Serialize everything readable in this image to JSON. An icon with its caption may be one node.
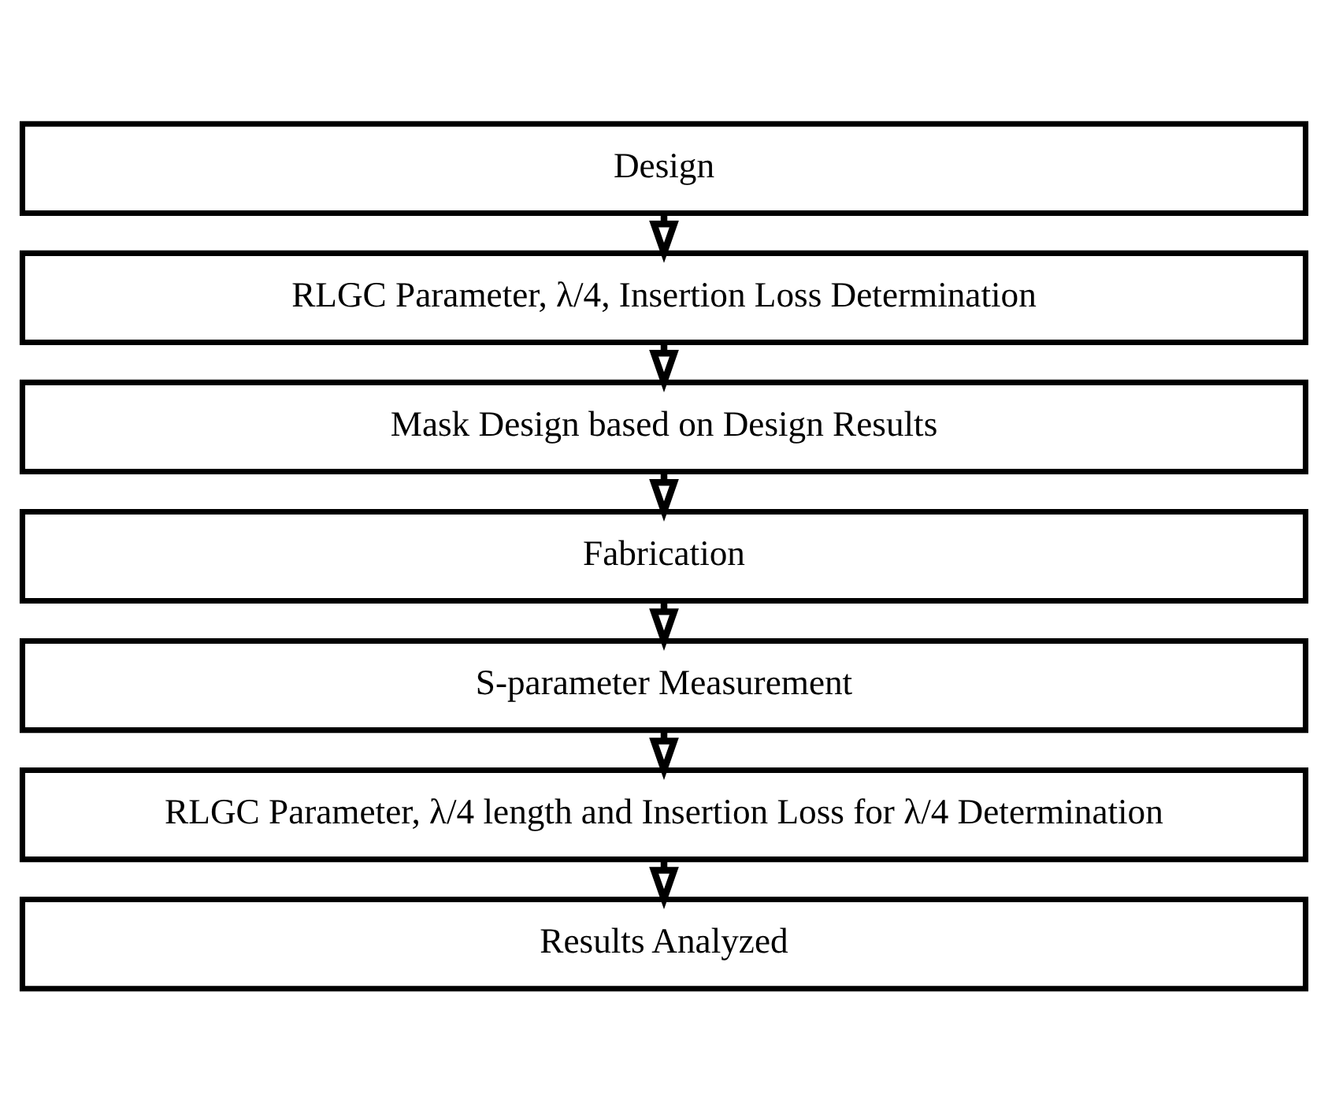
{
  "diagram": {
    "nodes": [
      {
        "text": [
          "Design"
        ]
      },
      {
        "text": [
          "RLGC Parameter, λ/4, Insertion Loss Determination"
        ]
      },
      {
        "text": [
          "Mask Design based on Design Results"
        ]
      },
      {
        "text": [
          "Fabrication"
        ]
      },
      {
        "text": [
          "S-parameter Measurement"
        ]
      },
      {
        "text": [
          "RLGC Parameter, λ/4 length and Insertion Loss for λ/4 Determination"
        ]
      },
      {
        "text": [
          "Results Analyzed"
        ]
      }
    ],
    "edges": [
      {
        "from": 0,
        "to": 1,
        "arrow": "to"
      },
      {
        "from": 1,
        "to": 2,
        "arrow": "to"
      },
      {
        "from": 2,
        "to": 3,
        "arrow": "to"
      },
      {
        "from": 3,
        "to": 4,
        "arrow": "to"
      },
      {
        "from": 4,
        "to": 5,
        "arrow": "to"
      },
      {
        "from": 5,
        "to": 6,
        "arrow": "to"
      }
    ]
  }
}
